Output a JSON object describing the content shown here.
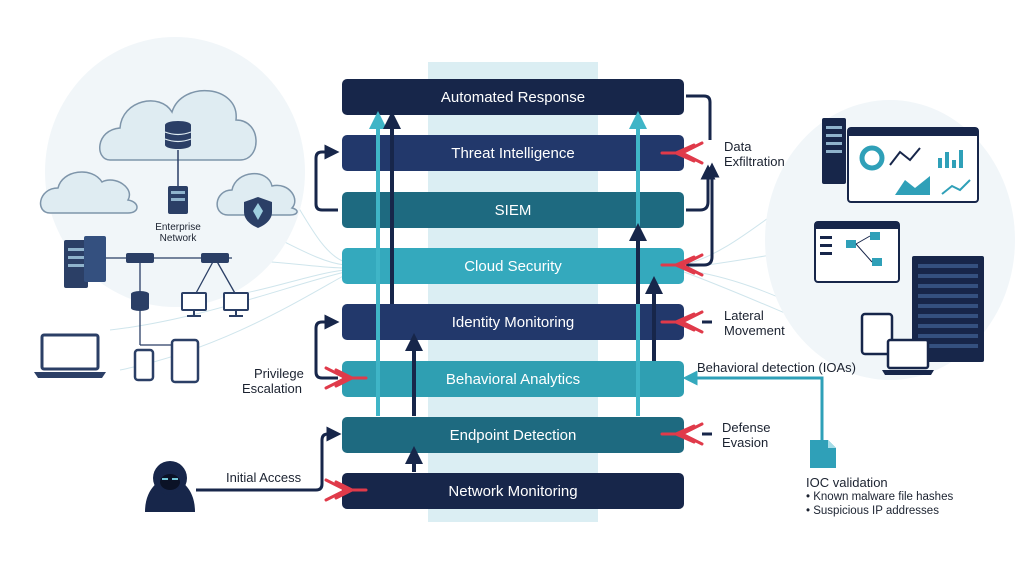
{
  "layers": [
    {
      "label": "Automated Response",
      "color": "#17264a"
    },
    {
      "label": "Threat Intelligence",
      "color": "#22386b"
    },
    {
      "label": "SIEM",
      "color": "#1e6a80"
    },
    {
      "label": "Cloud Security",
      "color": "#34a9bd"
    },
    {
      "label": "Identity Monitoring",
      "color": "#22386b"
    },
    {
      "label": "Behavioral Analytics",
      "color": "#2f9fb2"
    },
    {
      "label": "Endpoint Detection",
      "color": "#1e6a80"
    },
    {
      "label": "Network Monitoring",
      "color": "#17264a"
    }
  ],
  "network": {
    "label_line1": "Enterprise",
    "label_line2": "Network"
  },
  "attacks": {
    "initial_access": "Initial Access",
    "privilege_escalation_1": "Privilege",
    "privilege_escalation_2": "Escalation",
    "lateral_movement_1": "Lateral",
    "lateral_movement_2": "Movement",
    "data_exfiltration_1": "Data",
    "data_exfiltration_2": "Exfiltration",
    "defense_evasion_1": "Defense",
    "defense_evasion_2": "Evasion"
  },
  "behavioral_detection": "Behavioral detection (IOAs)",
  "ioc": {
    "title": "IOC validation",
    "items": [
      "Known malware file hashes",
      "Suspicious IP addresses"
    ]
  },
  "colors": {
    "navy": "#17264a",
    "accent_red": "#e03a4a",
    "teal": "#34a9bd"
  }
}
